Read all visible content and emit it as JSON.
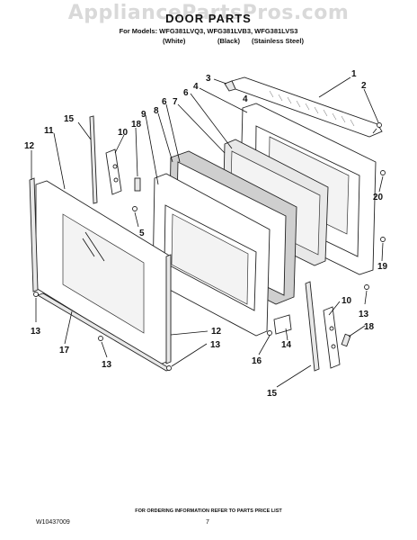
{
  "watermark": "AppliancePartsPros.com",
  "header": {
    "title": "DOOR PARTS",
    "models": "For Models: WFG381LVQ3, WFG381LVB3, WFG381LVS3",
    "variants": [
      "(White)",
      "(Black)",
      "(Stainless Steel)"
    ]
  },
  "callouts": {
    "c1": "1",
    "c2": "2",
    "c3": "3",
    "c4a": "4",
    "c4b": "4",
    "c5": "5",
    "c6a": "6",
    "c6b": "6",
    "c7": "7",
    "c8": "8",
    "c9": "9",
    "c10a": "10",
    "c10b": "10",
    "c11": "11",
    "c12a": "12",
    "c12b": "12",
    "c13a": "13",
    "c13b": "13",
    "c13c": "13",
    "c13d": "13",
    "c14": "14",
    "c15a": "15",
    "c15b": "15",
    "c16": "16",
    "c17": "17",
    "c18a": "18",
    "c18b": "18",
    "c19": "19",
    "c20": "20"
  },
  "footer": {
    "ordering_note": "FOR ORDERING INFORMATION REFER TO PARTS PRICE LIST",
    "doc_number": "W10437009",
    "page_number": "7"
  }
}
